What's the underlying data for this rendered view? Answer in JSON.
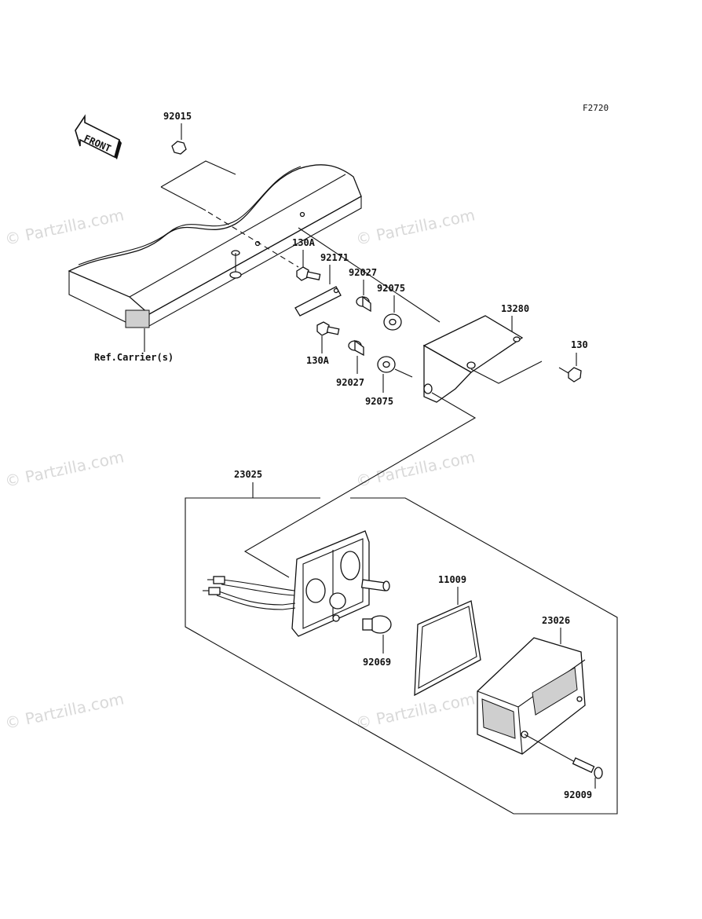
{
  "diagram": {
    "figure_code": "F2720",
    "front_label": "FRONT",
    "ref_label": "Ref.Carrier(s)",
    "watermark": "© Partzilla.com",
    "parts": {
      "p92015": "92015",
      "p130A_top": "130A",
      "p92171": "92171",
      "p92027_top": "92027",
      "p92075_top": "92075",
      "p13280": "13280",
      "p130": "130",
      "p130A_bottom": "130A",
      "p92027_bottom": "92027",
      "p92075_bottom": "92075",
      "p23025": "23025",
      "p11009": "11009",
      "p23026": "23026",
      "p92069": "92069",
      "p92009": "92009"
    }
  }
}
